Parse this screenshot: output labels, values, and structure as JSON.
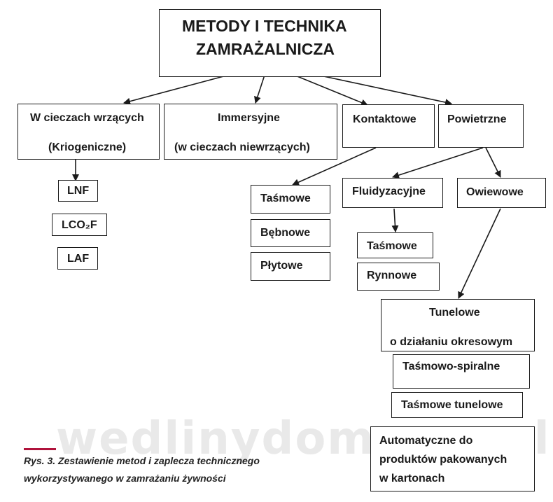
{
  "title": {
    "line1": "METODY I TECHNIKA",
    "line2": "ZAMRAŻALNICZA"
  },
  "categories": {
    "boiling": {
      "line1": "W cieczach wrzących",
      "line2": "(Kriogeniczne)"
    },
    "immersion": {
      "line1": "Immersyjne",
      "line2": "(w cieczach niewrzących)"
    },
    "contact": {
      "label": "Kontaktowe"
    },
    "air": {
      "label": "Powietrzne"
    }
  },
  "boiling_items": [
    "LNF",
    "LCO₂F",
    "LAF"
  ],
  "contact_items": [
    "Taśmowe",
    "Bębnowe",
    "Płytowe"
  ],
  "fluid": {
    "label": "Fluidyzacyjne",
    "items": [
      "Taśmowe",
      "Rynnowe"
    ]
  },
  "blast": {
    "label": "Owiewowe"
  },
  "tunnel": {
    "line1": "Tunelowe",
    "line2": "o działaniu okresowym"
  },
  "tunnel_items": {
    "spiral": "Taśmowo-spiralne",
    "belt_tunnel": "Taśmowe tunelowe",
    "automatic": {
      "line1": "Automatyczne do",
      "line2": "produktów pakowanych",
      "line3": "w kartonach"
    }
  },
  "watermark": "wedlinydomowe.pl",
  "caption": {
    "line1": "Rys. 3. Zestawienie metod i zaplecza technicznego",
    "line2": "wykorzystywanego w zamrażaniu żywności"
  }
}
